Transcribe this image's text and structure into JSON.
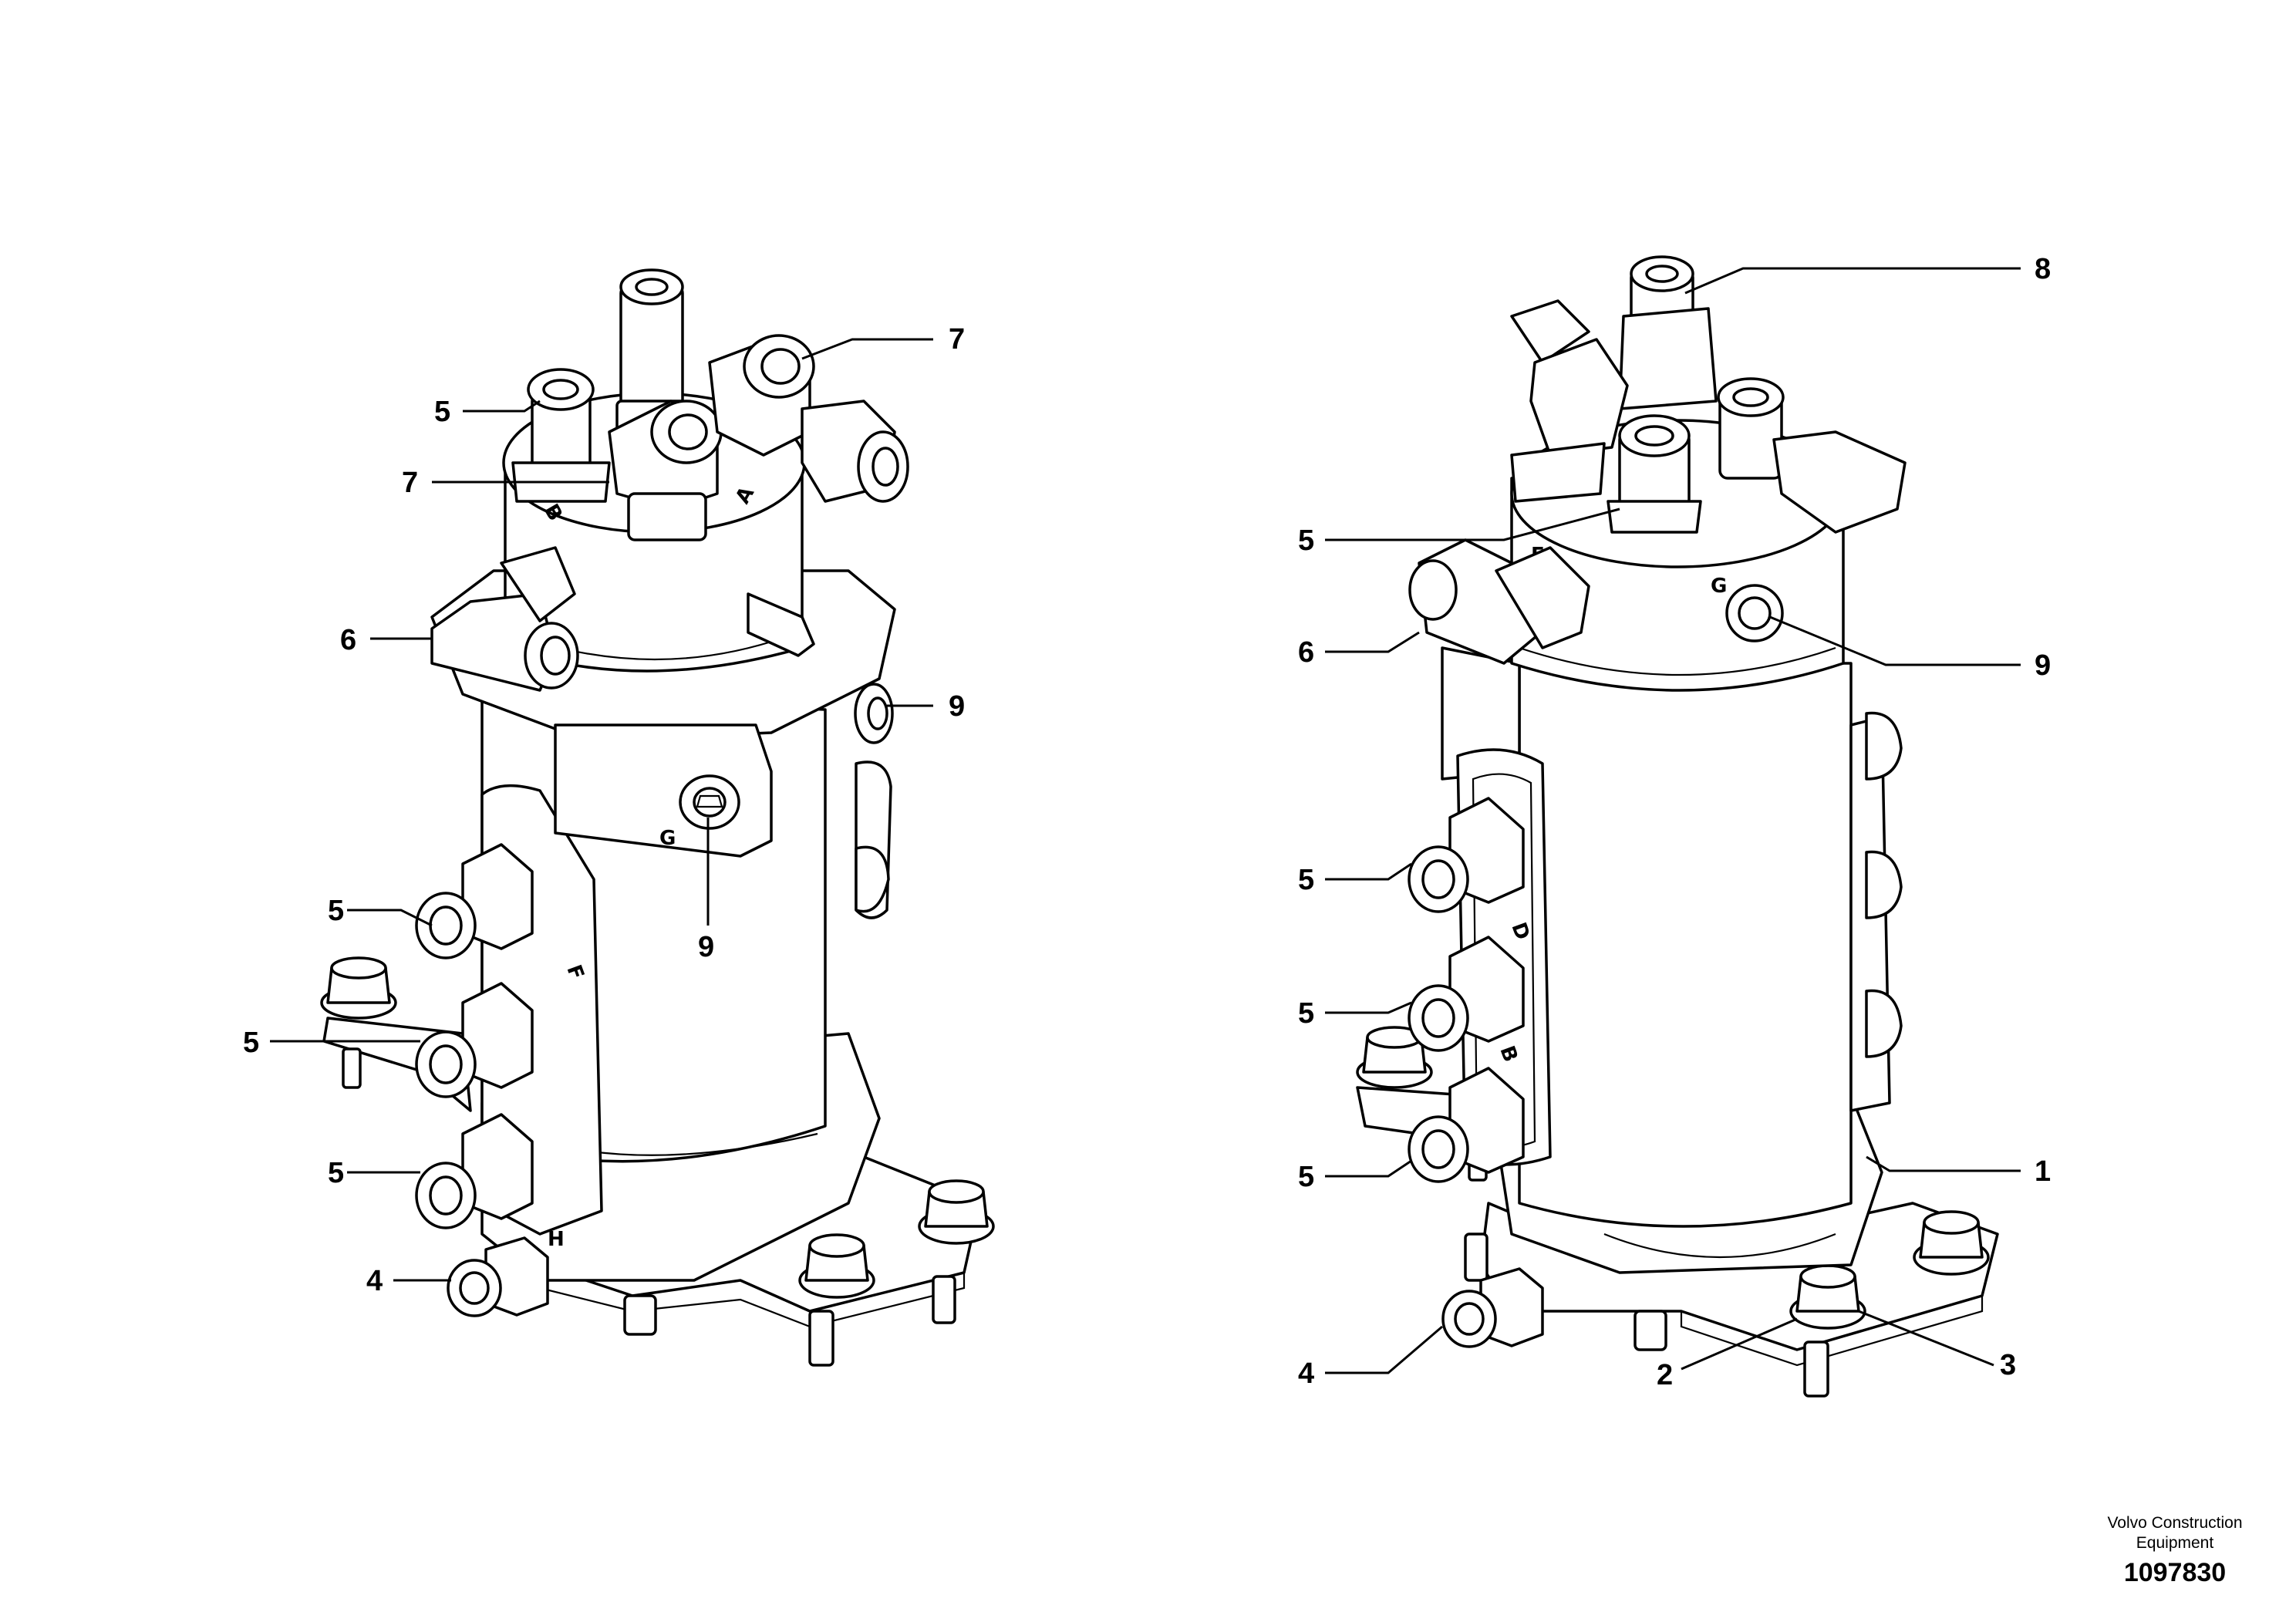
{
  "diagram": {
    "left_view": {
      "callouts": [
        {
          "id": "l-5a",
          "label": "5"
        },
        {
          "id": "l-7a",
          "label": "7"
        },
        {
          "id": "l-7b",
          "label": "7"
        },
        {
          "id": "l-6",
          "label": "6"
        },
        {
          "id": "l-9a",
          "label": "9"
        },
        {
          "id": "l-9b",
          "label": "9"
        },
        {
          "id": "l-5b",
          "label": "5"
        },
        {
          "id": "l-5c",
          "label": "5"
        },
        {
          "id": "l-5d",
          "label": "5"
        },
        {
          "id": "l-4",
          "label": "4"
        }
      ],
      "port_marks": [
        "B",
        "A",
        "G",
        "F",
        "H"
      ]
    },
    "right_view": {
      "callouts": [
        {
          "id": "r-8",
          "label": "8"
        },
        {
          "id": "r-5a",
          "label": "5"
        },
        {
          "id": "r-6",
          "label": "6"
        },
        {
          "id": "r-9",
          "label": "9"
        },
        {
          "id": "r-5b",
          "label": "5"
        },
        {
          "id": "r-5c",
          "label": "5"
        },
        {
          "id": "r-5d",
          "label": "5"
        },
        {
          "id": "r-1",
          "label": "1"
        },
        {
          "id": "r-4",
          "label": "4"
        },
        {
          "id": "r-2",
          "label": "2"
        },
        {
          "id": "r-3",
          "label": "3"
        }
      ],
      "port_marks": [
        "G",
        "D",
        "B",
        "E"
      ]
    }
  },
  "footer": {
    "company": "Volvo Construction Equipment",
    "drawing_number": "1097830"
  }
}
